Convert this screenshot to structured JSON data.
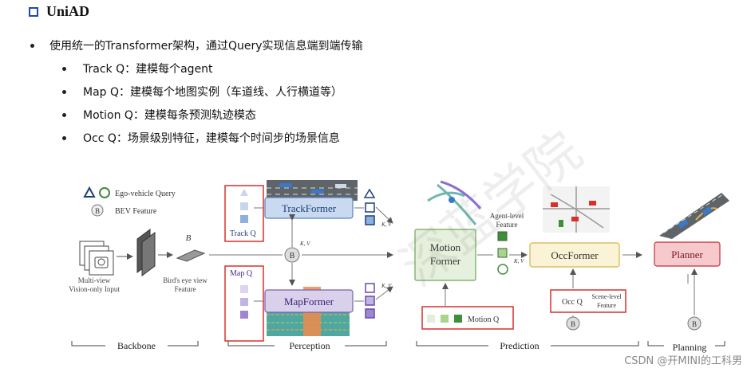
{
  "title": "UniAD",
  "bullets": [
    "使用统一的Transformer架构，通过Query实现信息端到端传输",
    "Track Q：建模每个agent",
    "Map Q：建模每个地图实例（车道线、人行横道等）",
    "Motion Q：建模每条预测轨迹模态",
    "Occ Q：场景级别特征，建模每个时间步的场景信息"
  ],
  "figure": {
    "legend_ego": "Ego-vehicle Query",
    "legend_bev": "BEV Feature",
    "input_label_1": "Multi-view",
    "input_label_2": "Vision-only Input",
    "bev_symbol": "B",
    "bev_label_1": "Bird's eye view",
    "bev_label_2": "Feature",
    "track_former": "TrackFormer",
    "map_former": "MapFormer",
    "track_q": "Track Q",
    "map_q": "Map Q",
    "motion_former_1": "Motion",
    "motion_former_2": "Former",
    "motion_q": "Motion Q",
    "occ_former": "OccFormer",
    "occ_q": "Occ Q",
    "planner": "Planner",
    "agent_level_1": "Agent-level",
    "agent_level_2": "Feature",
    "scene_level_1": "Scene-level",
    "scene_level_2": "Feature",
    "kv": "K, V",
    "b_node": "B",
    "section_backbone": "Backbone",
    "section_perception": "Perception",
    "section_prediction": "Prediction",
    "section_planning": "Planning"
  },
  "watermark": "深蓝学院",
  "credit": "CSDN @开MINI的工科男",
  "colors": {
    "title_square": "#1f4aa8",
    "track_blue": "#c9daf0",
    "map_purple": "#d9d0ec",
    "motion_green": "#e6f1dd",
    "occ_yellow": "#fbf3d6",
    "planner_red": "#f6c9cd",
    "query_border_red": "#d9302c"
  }
}
